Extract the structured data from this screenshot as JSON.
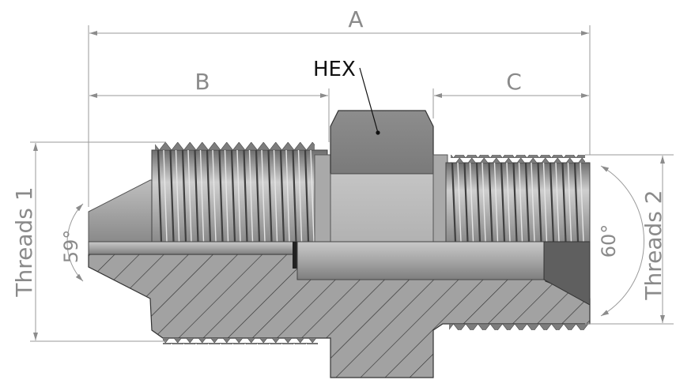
{
  "labels": {
    "overall_length": "A",
    "left_thread_length": "B",
    "right_thread_length": "C",
    "hex": "HEX",
    "left_angle": "59°",
    "right_angle": "60°",
    "left_threads": "Threads 1",
    "right_threads": "Threads 2"
  },
  "colors": {
    "dimension": "#8a8a8a",
    "metal_light": "#c8c8c8",
    "metal_mid": "#9c9c9c",
    "metal_dark": "#5a5a5a",
    "section": "#9e9e9e",
    "hatch": "#3a3a3a"
  }
}
